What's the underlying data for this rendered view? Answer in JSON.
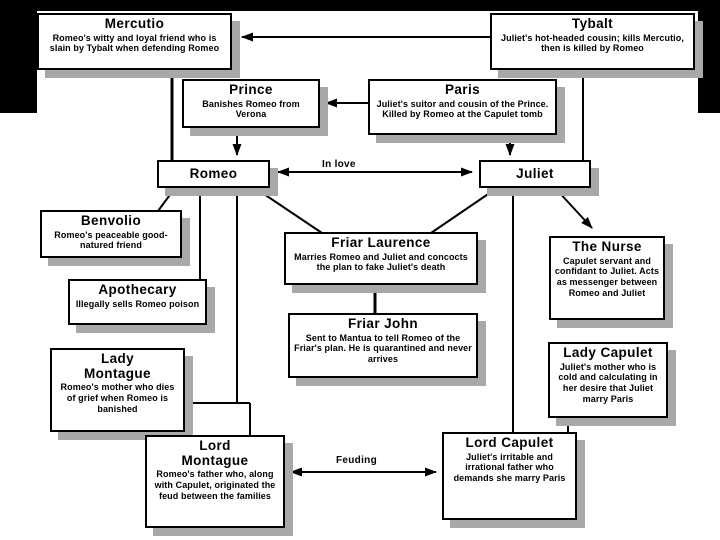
{
  "diagram": {
    "subject": "Romeo and Juliet character map",
    "colors": {
      "background": "#ffffff",
      "frame_black": "#000000",
      "box_background": "#ffffff",
      "box_border": "#000000",
      "box_shadow": "#a8a8a8",
      "text": "#000000",
      "connector": "#000000"
    },
    "edge_labels": {
      "in_love": "In love",
      "feuding": "Feuding"
    },
    "nodes": {
      "mercutio": {
        "title": "Mercutio",
        "desc": "Romeo's witty and loyal friend who is slain by Tybalt when defending Romeo"
      },
      "tybalt": {
        "title": "Tybalt",
        "desc": "Juliet's hot-headed cousin; kills Mercutio, then is killed by Romeo"
      },
      "prince": {
        "title": "Prince",
        "desc": "Banishes Romeo from Verona"
      },
      "paris": {
        "title": "Paris",
        "desc": "Juliet's suitor and cousin of the Prince. Killed by Romeo at the Capulet tomb"
      },
      "romeo": {
        "title": "Romeo",
        "desc": ""
      },
      "juliet": {
        "title": "Juliet",
        "desc": ""
      },
      "benvolio": {
        "title": "Benvolio",
        "desc": "Romeo's peaceable good-natured friend"
      },
      "friar_laurence": {
        "title": "Friar Laurence",
        "desc": "Marries Romeo and Juliet and concocts the plan to fake Juliet's death"
      },
      "nurse": {
        "title": "The Nurse",
        "desc": "Capulet servant and confidant to Juliet. Acts as messenger between Romeo and Juliet"
      },
      "apothecary": {
        "title": "Apothecary",
        "desc": "Illegally sells Romeo poison"
      },
      "friar_john": {
        "title": "Friar John",
        "desc": "Sent to Mantua to tell Romeo of the Friar's plan. He is quarantined and never arrives"
      },
      "lady_montague": {
        "title": "Lady\nMontague",
        "desc": "Romeo's mother who dies of grief when Romeo is banished"
      },
      "lady_capulet": {
        "title": "Lady Capulet",
        "desc": "Juliet's mother who is cold and calculating in her desire that Juliet marry Paris"
      },
      "lord_montague": {
        "title": "Lord\nMontague",
        "desc": "Romeo's father who, along with Capulet, originated the feud between the families"
      },
      "lord_capulet": {
        "title": "Lord Capulet",
        "desc": "Juliet's irritable and irrational father who demands she marry Paris"
      }
    },
    "edges": [
      {
        "from": "tybalt",
        "to": "mercutio",
        "arrow": "end"
      },
      {
        "from": "mercutio",
        "to": "romeo",
        "arrow": "none"
      },
      {
        "from": "tybalt",
        "to": "juliet",
        "arrow": "none"
      },
      {
        "from": "paris",
        "to": "prince",
        "arrow": "end"
      },
      {
        "from": "prince",
        "to": "romeo",
        "arrow": "end"
      },
      {
        "from": "paris",
        "to": "juliet",
        "arrow": "end"
      },
      {
        "from": "romeo",
        "to": "juliet",
        "arrow": "both",
        "label": "In love"
      },
      {
        "from": "romeo",
        "to": "benvolio",
        "arrow": "none"
      },
      {
        "from": "romeo",
        "to": "apothecary",
        "arrow": "none"
      },
      {
        "from": "romeo",
        "to": "lord_montague",
        "arrow": "none"
      },
      {
        "from": "romeo",
        "to": "friar_laurence",
        "arrow": "none"
      },
      {
        "from": "juliet",
        "to": "friar_laurence",
        "arrow": "none"
      },
      {
        "from": "juliet",
        "to": "lord_capulet",
        "arrow": "none"
      },
      {
        "from": "juliet",
        "to": "nurse",
        "arrow": "end"
      },
      {
        "from": "friar_laurence",
        "to": "friar_john",
        "arrow": "none"
      },
      {
        "from": "lady_montague",
        "to": "lord_montague",
        "arrow": "none"
      },
      {
        "from": "lady_capulet",
        "to": "lord_capulet",
        "arrow": "none"
      },
      {
        "from": "lord_montague",
        "to": "lord_capulet",
        "arrow": "both",
        "label": "Feuding"
      }
    ]
  }
}
